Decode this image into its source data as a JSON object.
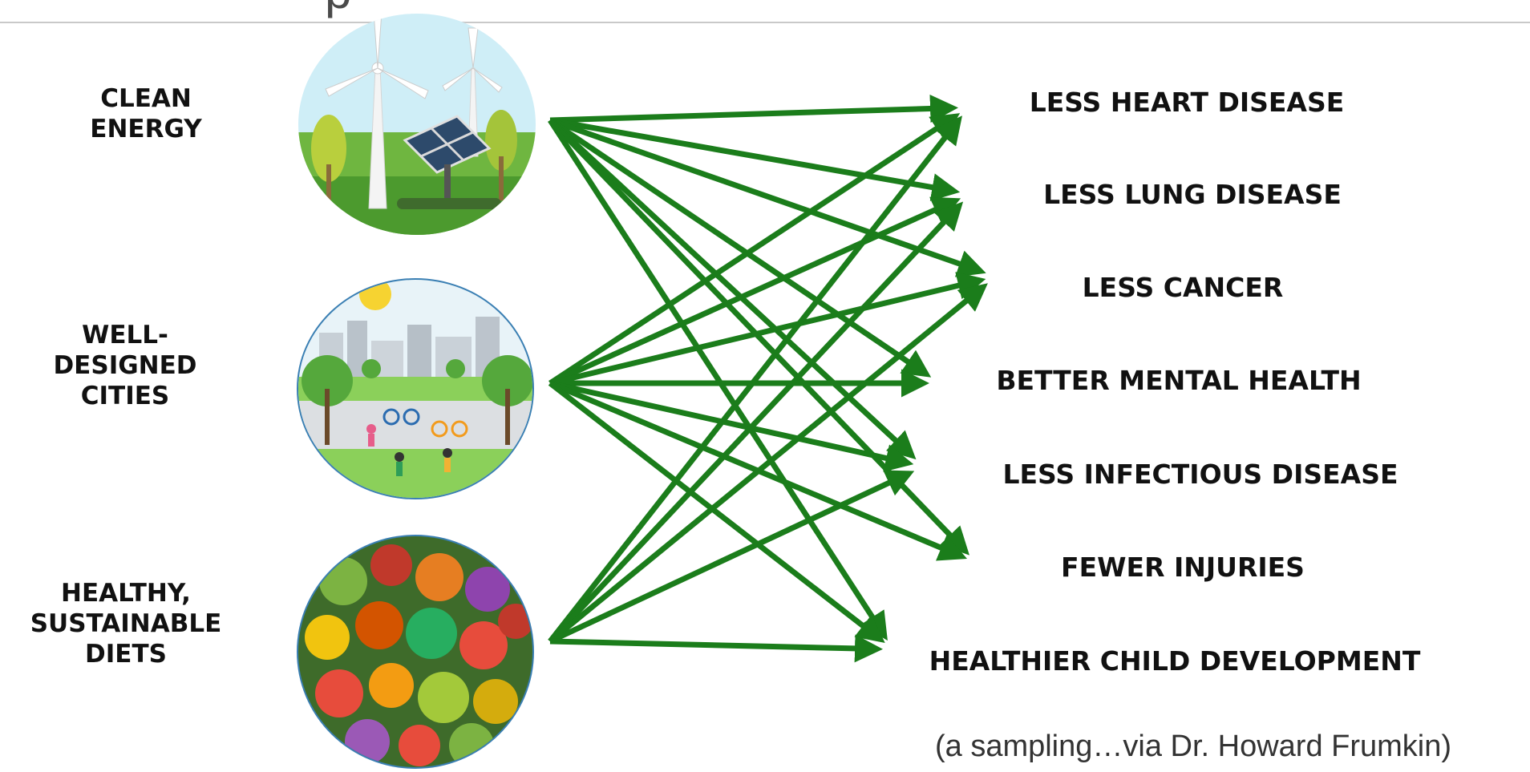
{
  "slide": {
    "title_fragment": "p",
    "credit": "(a sampling…via Dr. Howard Frumkin)"
  },
  "causes": [
    {
      "id": "energy",
      "label": "CLEAN\nENERGY",
      "icon": "wind-solar-illustration"
    },
    {
      "id": "cities",
      "label": "WELL-\nDESIGNED\nCITIES",
      "icon": "city-park-illustration"
    },
    {
      "id": "diets",
      "label": "HEALTHY,\nSUSTAINABLE\nDIETS",
      "icon": "vegetables-photo"
    }
  ],
  "outcomes": [
    {
      "id": "heart",
      "label": "LESS HEART DISEASE"
    },
    {
      "id": "lung",
      "label": "LESS LUNG DISEASE"
    },
    {
      "id": "cancer",
      "label": "LESS CANCER"
    },
    {
      "id": "mental",
      "label": "BETTER MENTAL HEALTH"
    },
    {
      "id": "infectious",
      "label": "LESS INFECTIOUS DISEASE"
    },
    {
      "id": "injuries",
      "label": "FEWER INJURIES"
    },
    {
      "id": "child",
      "label": "HEALTHIER CHILD DEVELOPMENT"
    }
  ],
  "links": [
    [
      "energy",
      "heart"
    ],
    [
      "energy",
      "lung"
    ],
    [
      "energy",
      "cancer"
    ],
    [
      "energy",
      "mental"
    ],
    [
      "energy",
      "infectious"
    ],
    [
      "energy",
      "injuries"
    ],
    [
      "energy",
      "child"
    ],
    [
      "cities",
      "heart"
    ],
    [
      "cities",
      "lung"
    ],
    [
      "cities",
      "cancer"
    ],
    [
      "cities",
      "mental"
    ],
    [
      "cities",
      "infectious"
    ],
    [
      "cities",
      "injuries"
    ],
    [
      "cities",
      "child"
    ],
    [
      "diets",
      "heart"
    ],
    [
      "diets",
      "lung"
    ],
    [
      "diets",
      "cancer"
    ],
    [
      "diets",
      "infectious"
    ],
    [
      "diets",
      "child"
    ]
  ],
  "colors": {
    "arrow": "#1b7d1b",
    "ring": "#3a7fb3"
  }
}
